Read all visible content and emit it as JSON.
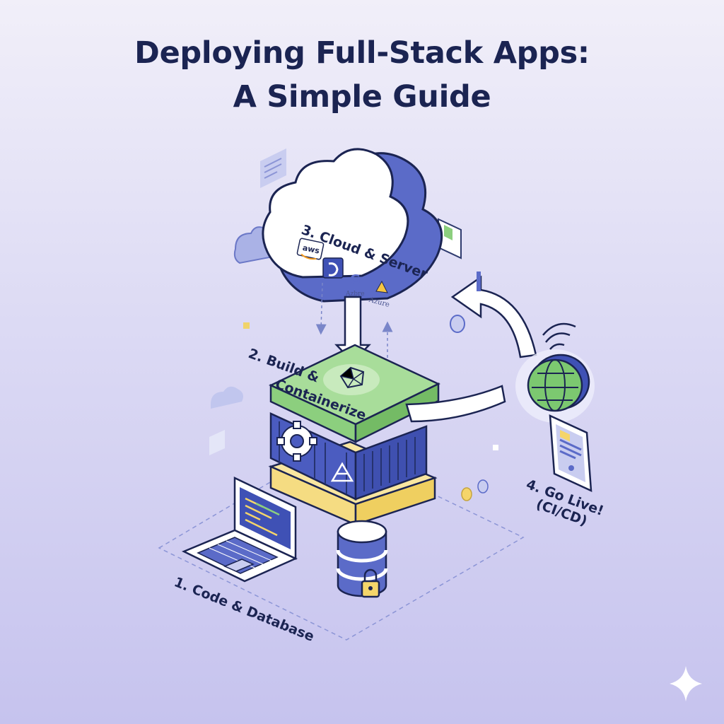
{
  "title": {
    "line1": "Deploying Full-Stack Apps:",
    "line2": "A Simple Guide"
  },
  "steps": {
    "step1": {
      "label": "1. Code & Database"
    },
    "step2": {
      "line1": "2. Build &",
      "line2": "Containerize"
    },
    "step3": {
      "label": "3. Cloud & Server"
    },
    "step4": {
      "line1": "4. Go Live!",
      "line2": "(CI/CD)"
    }
  },
  "providers": [
    {
      "name": "aws",
      "icon": "aws-logo-icon"
    },
    {
      "name": "digitalocean",
      "icon": "digitalocean-logo-icon"
    },
    {
      "name": "G",
      "caption": "Azbre",
      "icon": "google-cloud-logo-icon"
    },
    {
      "name": "A",
      "caption": "Azure",
      "icon": "azure-logo-icon"
    }
  ],
  "colors": {
    "navy": "#1b2452",
    "indigo": "#5b6bc8",
    "light_indigo": "#c9cdf0",
    "green": "#8ccf7e",
    "yellow": "#f5dc82",
    "white": "#ffffff"
  }
}
